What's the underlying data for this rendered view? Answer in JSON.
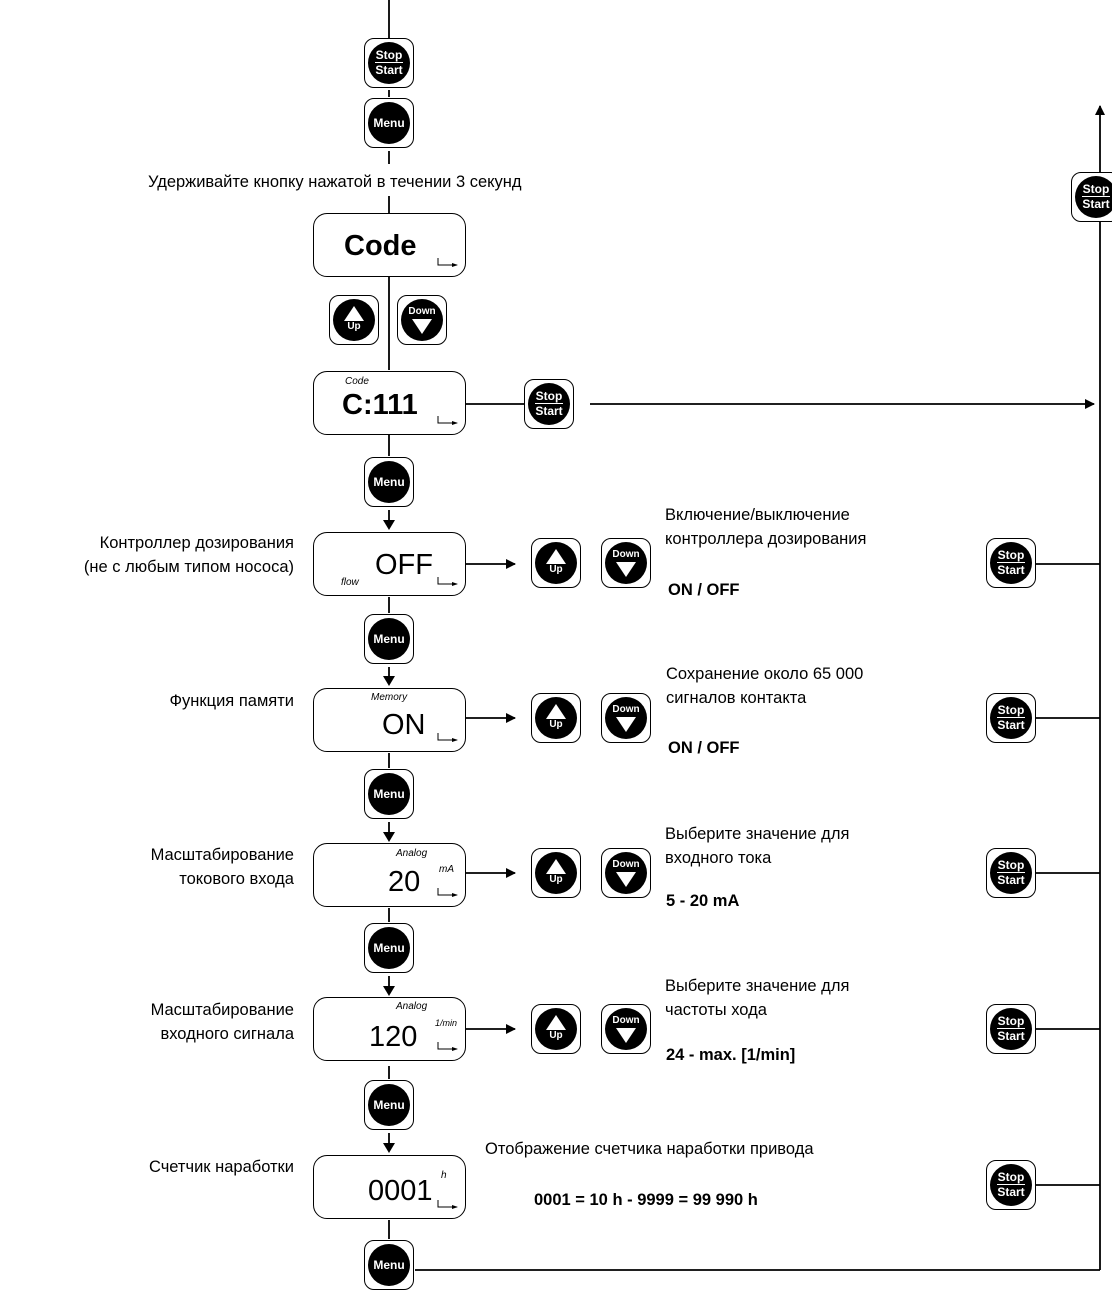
{
  "buttons": {
    "stop_top": "Stop",
    "stop_bottom": "Start",
    "menu": "Menu",
    "up": "Up",
    "down": "Down"
  },
  "hold_instruction": "Удерживайте кнопку нажатой в течении 3 секунд",
  "displays": {
    "code": {
      "value": "Code"
    },
    "code_value": {
      "label": "Code",
      "value": "C:111"
    },
    "flow": {
      "label": "flow",
      "value": "OFF"
    },
    "memory": {
      "label": "Memory",
      "value": "ON"
    },
    "analog_ma": {
      "label": "Analog",
      "value": "20",
      "unit": "mA"
    },
    "analog_freq": {
      "label": "Analog",
      "value": "120",
      "unit": "1/min"
    },
    "hours": {
      "value": "0001",
      "unit": "h"
    }
  },
  "rows": {
    "flow": {
      "left_line1": "Контроллер дозирования",
      "left_line2": "(не с любым типом нососа)",
      "desc_line1": "Включение/выключение",
      "desc_line2": "контроллера дозирования",
      "range": "ON / OFF"
    },
    "memory": {
      "left_line1": "Функция памяти",
      "desc_line1": "Сохранение около 65 000",
      "desc_line2": "сигналов контакта",
      "range": "ON / OFF"
    },
    "analog_ma": {
      "left_line1": "Масштабирование",
      "left_line2": "токового входа",
      "desc_line1": "Выберите значение для",
      "desc_line2": "входного тока",
      "range": "5 - 20 mA"
    },
    "analog_freq": {
      "left_line1": "Масштабирование",
      "left_line2": "входного сигнала",
      "desc_line1": "Выберите значение для",
      "desc_line2": "частоты хода",
      "range": "24 - max. [1/min]"
    },
    "hours": {
      "left_line1": "Счетчик наработки",
      "desc_line1": "Отображение счетчика наработки привода",
      "range": "0001 = 10 h - 9999 = 99 990 h"
    }
  }
}
